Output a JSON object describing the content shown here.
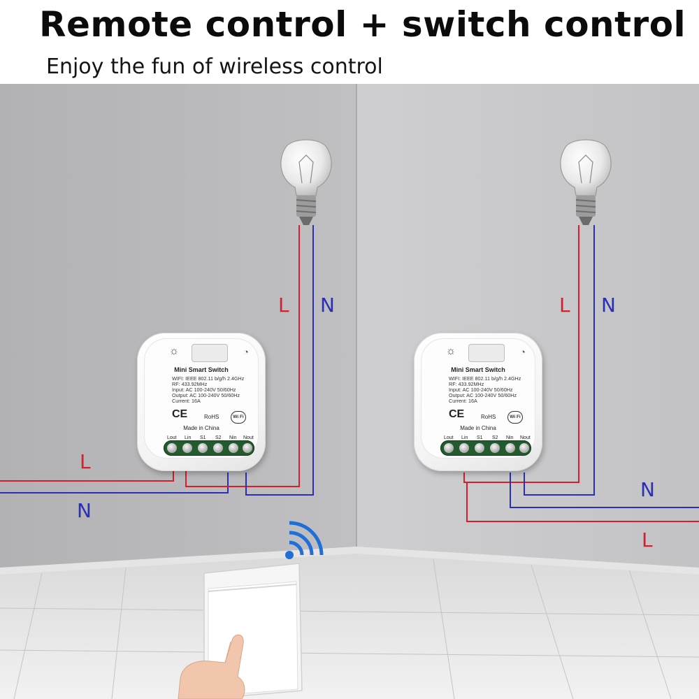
{
  "title": "Remote control + switch control",
  "subtitle": "Enjoy the fun of wireless control",
  "wire_labels": {
    "line": "L",
    "neutral": "N"
  },
  "colors": {
    "line_wire": "#d51f2a",
    "neutral_wire": "#2a2fb8",
    "wall_left": "#b8b8ba",
    "wall_right": "#c4c4c6"
  },
  "device": {
    "name": "Mini  Smart  Switch",
    "spec_lines": [
      "WIFI: IEEE 802.11 b/g/h  2.4GHz",
      "RF: 433.92MHz",
      "Input:  AC 100-240V  50/60Hz",
      "Output:  AC 100-240V  50/60Hz",
      "Current:  16A"
    ],
    "ce": "CE",
    "rohs": "RoHS",
    "wifi_logo": "Wi Fi",
    "made_in": "Made in China",
    "terminals": [
      "Lout",
      "Lin",
      "S1",
      "S2",
      "Nin",
      "Nout"
    ]
  },
  "icons": {
    "bulb": "light-bulb-icon",
    "wifi_signal": "wifi-signal-icon",
    "hand": "hand-pointer-icon",
    "wall_switch": "wall-switch-icon"
  }
}
